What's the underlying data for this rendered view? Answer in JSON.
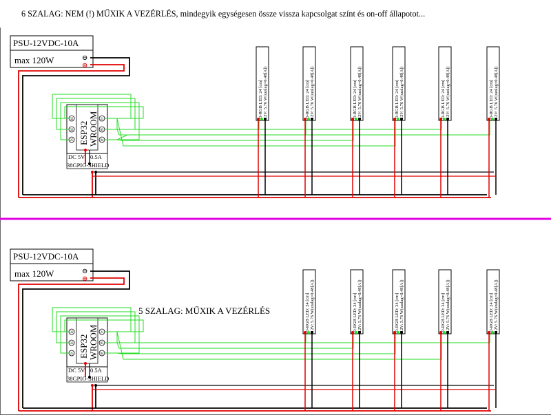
{
  "heading": "6 SZALAG: NEM (!) MŰXIK A VEZÉRLÉS, mindegyik egységesen össze vissza kapcsolgat színt és on-off állapotot...",
  "bottom_note": "5 SZALAG: MŰXIK A VEZÉRLÉS",
  "colors": {
    "power_wire": "#e00000",
    "ground_wire": "#000000",
    "signal_wire": "#22dd22",
    "divider": "#e000e0",
    "frame": "#666666"
  },
  "sections": [
    {
      "psu": {
        "model": "PSU-12VDC-10A",
        "rating": "max 120W",
        "minus": "⊖",
        "plus": "⊕"
      },
      "controller": {
        "title_line1": "ESP32",
        "title_line2": "WROOM",
        "pins_left": [
          "32",
          "33",
          "25"
        ],
        "pins_right": [
          "21",
          "05",
          "04"
        ],
        "supply": "DC 5V",
        "current": "0.5A",
        "shield": "38GPIO-SHIELD"
      },
      "strips": [
        {
          "spec1": "D-RGB LED: 24 [cm]",
          "spec2": "12V: 5.76 W(szalag=0.48[A])"
        },
        {
          "spec1": "D-RGB LED: 24 [cm]",
          "spec2": "12V: 5.76 W(szalag=0.48[A])"
        },
        {
          "spec1": "D-RGB LED: 24 [cm]",
          "spec2": "12V: 5.76 W(szalag=0.48[A])"
        },
        {
          "spec1": "D-RGB LED: 24 [cm]",
          "spec2": "12V: 5.76 W(szalag=0.48[A])"
        },
        {
          "spec1": "D-RGB LED: 24 [cm]",
          "spec2": "12V: 5.76 W(szalag=0.48[A])"
        },
        {
          "spec1": "D-RGB LED: 24 [cm]",
          "spec2": "12V: 5.76 W(szalag=0.48[A])"
        }
      ]
    },
    {
      "psu": {
        "model": "PSU-12VDC-10A",
        "rating": "max 120W",
        "minus": "⊖",
        "plus": "⊕"
      },
      "controller": {
        "title_line1": "ESP32",
        "title_line2": "WROOM",
        "pins_left": [
          "32",
          "33",
          "25"
        ],
        "pins_right": [
          "21",
          "05",
          "04"
        ],
        "supply": "DC 5V",
        "current": "0.5A",
        "shield": "38GPIO-SHIELD"
      },
      "strips": [
        {
          "spec1": "D-RGB LED: 24 [cm]",
          "spec2": "12V: 5.76 W(szalag=0.48[A])"
        },
        {
          "spec1": "D-RGB LED: 24 [cm]",
          "spec2": "12V: 5.76 W(szalag=0.48[A])"
        },
        {
          "spec1": "D-RGB LED: 24 [cm]",
          "spec2": "12V: 5.76 W(szalag=0.48[A])"
        },
        {
          "spec1": "D-RGB LED: 24 [cm]",
          "spec2": "12V: 5.76 W(szalag=0.48[A])"
        },
        {
          "spec1": "D-RGB LED: 24 [cm]",
          "spec2": "12V: 5.76 W(szalag=0.48[A])"
        }
      ]
    }
  ]
}
